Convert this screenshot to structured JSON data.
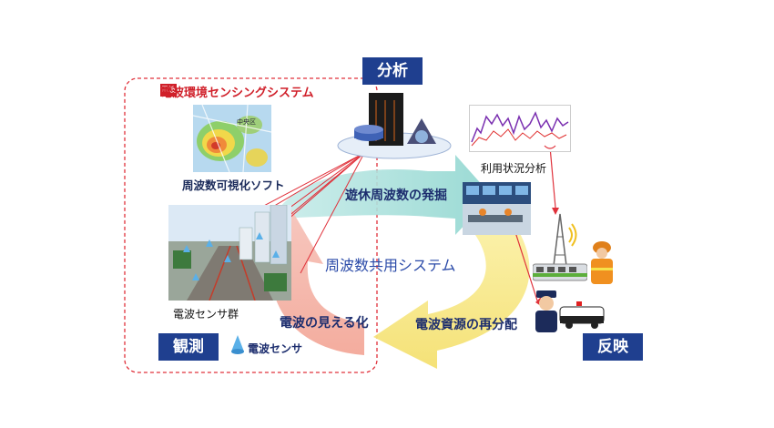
{
  "badges": {
    "analysis": "分析",
    "observation": "観測",
    "reflection": "反映"
  },
  "sensing_system": {
    "title": "電波環境センシングシステム",
    "title_badge": "電波"
  },
  "captions": {
    "visualization_software": "周波数可視化ソフト",
    "sensor_group": "電波センサ群",
    "sensor_legend": "電波センサ",
    "usage_analysis": "利用状況分析"
  },
  "map_labels": {
    "label_1": "中央区"
  },
  "cycle": {
    "center": "周波数共用システム",
    "top_arrow": "遊休周波数の発掘",
    "right_arrow": "電波資源の再分配",
    "left_arrow": "電波の見える化"
  },
  "colors": {
    "badge_blue": "#1f3f8f",
    "system_red": "#d0202a",
    "arrow_teal": "#9edcd6",
    "arrow_yellow": "#f7e98a",
    "arrow_pink": "#f5b3a8",
    "center_text": "#2a4aa8",
    "dashed_border": "#e0303a",
    "link_line": "#e0303a"
  }
}
